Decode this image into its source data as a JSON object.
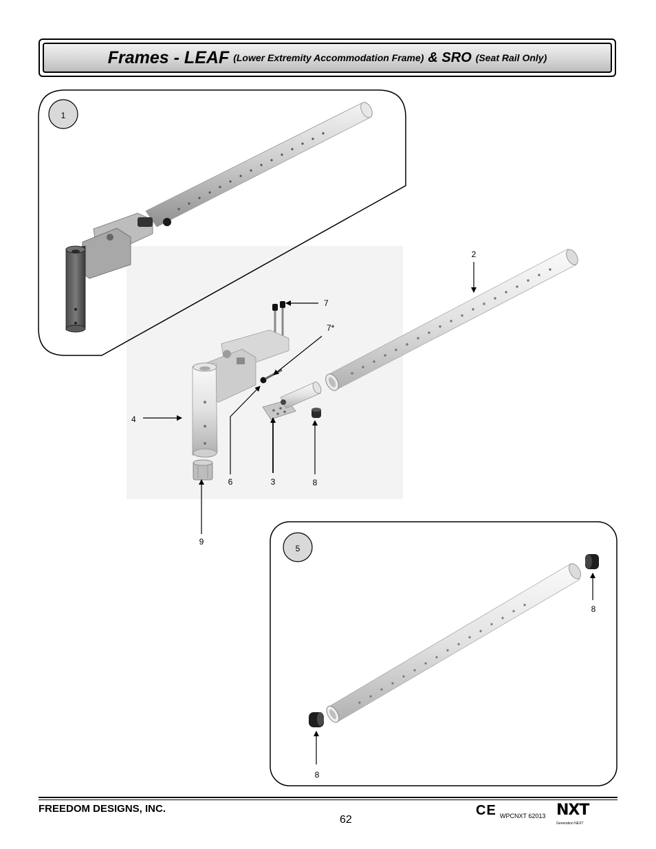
{
  "header": {
    "title_main": "Frames - LEAF",
    "title_sub1": "(Lower Extremity Accommodation Frame)",
    "title_amp": "& SRO",
    "title_sub2": "(Seat Rail Only)"
  },
  "views": {
    "view1_number": "1",
    "view5_number": "5"
  },
  "callouts": {
    "part2": "2",
    "part7": "7",
    "part7star": "7*",
    "part4": "4",
    "part6": "6",
    "part3": "3",
    "part8a": "8",
    "part9": "9",
    "part8b": "8",
    "part8c": "8"
  },
  "footer": {
    "company": "FREEDOM DESIGNS, INC.",
    "page_number": "62",
    "ce_mark": "CE",
    "doc_id": "WPCNXT 62013",
    "brand": "NXT",
    "brand_tagline": "Generation NEXT"
  }
}
